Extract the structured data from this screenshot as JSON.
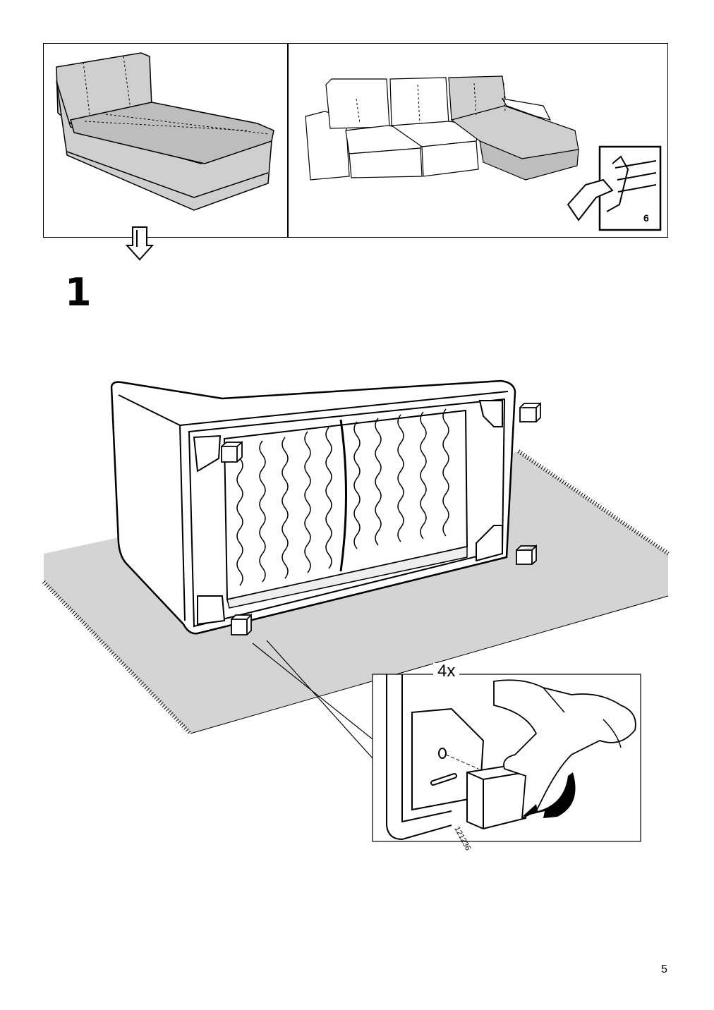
{
  "step": {
    "number": "1"
  },
  "detail": {
    "quantity": "4x",
    "article_code": "121236"
  },
  "reference": {
    "booklet_page": "6"
  },
  "footer": {
    "page_number": "5"
  }
}
